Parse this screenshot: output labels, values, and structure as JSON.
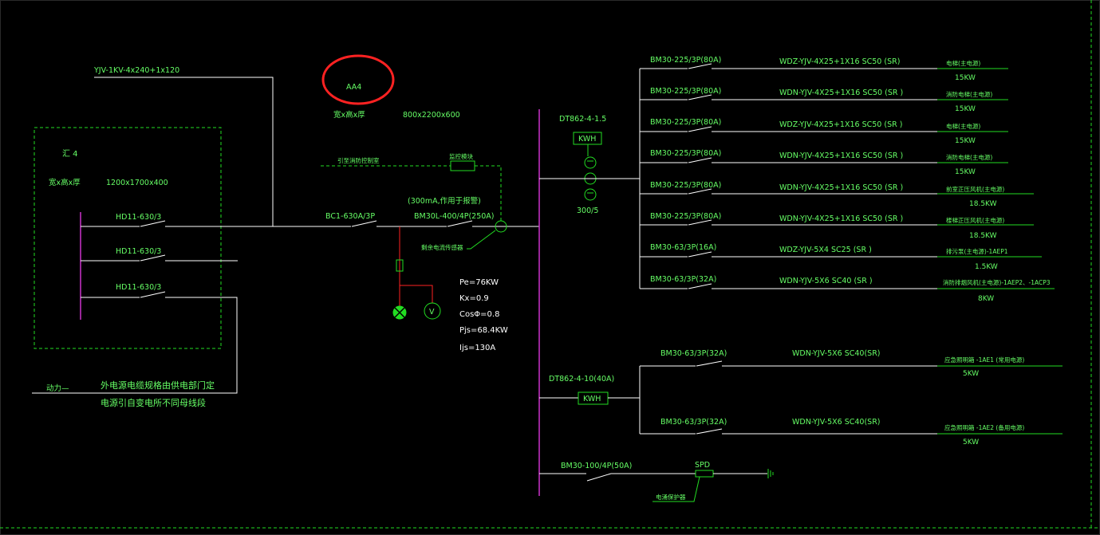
{
  "incoming_cable": "YJV-1KV-4x240+1x120",
  "cabinet_aa4": {
    "name": "AA4",
    "dims_label": "宽x高x厚",
    "dims": "800x2200x600"
  },
  "cabinet_hui4": {
    "name": "汇 4",
    "dims_label": "宽x高x厚",
    "dims": "1200x1700x400"
  },
  "hd_switches": [
    "HD11-630/3",
    "HD11-630/3",
    "HD11-630/3"
  ],
  "power_label": "动力—",
  "notes": [
    "外电源电缆规格由供电部门定",
    "电源引自变电所不同母线段"
  ],
  "fire_link": {
    "label": "引至消防控制室",
    "module": "监控模块"
  },
  "main_breaker": "BC1-630A/3P",
  "rcd_note": "(300mA,作用于报警)",
  "rcd_breaker": "BM30L-400/4P(250A)",
  "residual_sensor": "剩余电流传感器",
  "load_calc": [
    "Pe=76KW",
    "Kx=0.9",
    "CosΦ=0.8",
    "Pjs=68.4KW",
    "Ijs=130A"
  ],
  "meter_top": {
    "model": "DT862-4-1.5",
    "unit": "KWH",
    "ct": "300/5"
  },
  "meter_bottom": {
    "model": "DT862-4-10(40A)",
    "unit": "KWH"
  },
  "branches": [
    {
      "breaker": "BM30-225/3P(80A)",
      "cable": "WDZ-YJV-4X25+1X16 SC50 (SR)",
      "load": "电梯(主电源)",
      "power": "15KW"
    },
    {
      "breaker": "BM30-225/3P(80A)",
      "cable": "WDN-YJV-4X25+1X16 SC50 (SR )",
      "load": "消防电梯(主电源)",
      "power": "15KW"
    },
    {
      "breaker": "BM30-225/3P(80A)",
      "cable": "WDZ-YJV-4X25+1X16 SC50 (SR )",
      "load": "电梯(主电源)",
      "power": "15KW"
    },
    {
      "breaker": "BM30-225/3P(80A)",
      "cable": "WDN-YJV-4X25+1X16 SC50 (SR )",
      "load": "消防电梯(主电源)",
      "power": "15KW"
    },
    {
      "breaker": "BM30-225/3P(80A)",
      "cable": "WDN-YJV-4X25+1X16 SC50 (SR )",
      "load": "前室正压风机(主电源)",
      "power": "18.5KW"
    },
    {
      "breaker": "BM30-225/3P(80A)",
      "cable": "WDN-YJV-4X25+1X16 SC50 (SR )",
      "load": "楼梯正压风机(主电源)",
      "power": "18.5KW"
    },
    {
      "breaker": "BM30-63/3P(16A)",
      "cable": "WDZ-YJV-5X4 SC25 (SR )",
      "load": "排污泵(主电源)-1AEP1",
      "power": "1.5KW"
    },
    {
      "breaker": "BM30-63/3P(32A)",
      "cable": "WDN-YJV-5X6 SC40 (SR )",
      "load": "消防排烟风机(主电源)-1AEP2、-1ACP3",
      "power": "8KW"
    }
  ],
  "lighting_branches": [
    {
      "breaker": "BM30-63/3P(32A)",
      "cable": "WDN-YJV-5X6 SC40(SR)",
      "load": "应急照明箱   -1AE1 (常用电源)",
      "power": "5KW"
    },
    {
      "breaker": "BM30-63/3P(32A)",
      "cable": "WDN-YJV-5X6 SC40(SR)",
      "load": "应急照明箱   -1AE2 (备用电源)",
      "power": "5KW"
    }
  ],
  "spd_branch": {
    "breaker": "BM30-100/4P(50A)",
    "device": "SPD",
    "label": "电涌保护器"
  },
  "colors": {
    "background": "#000000",
    "line_green": "#22dd22",
    "bus_magenta": "#cc33cc",
    "annotation_red": "#ff2222",
    "wire_white": "#ffffff"
  }
}
